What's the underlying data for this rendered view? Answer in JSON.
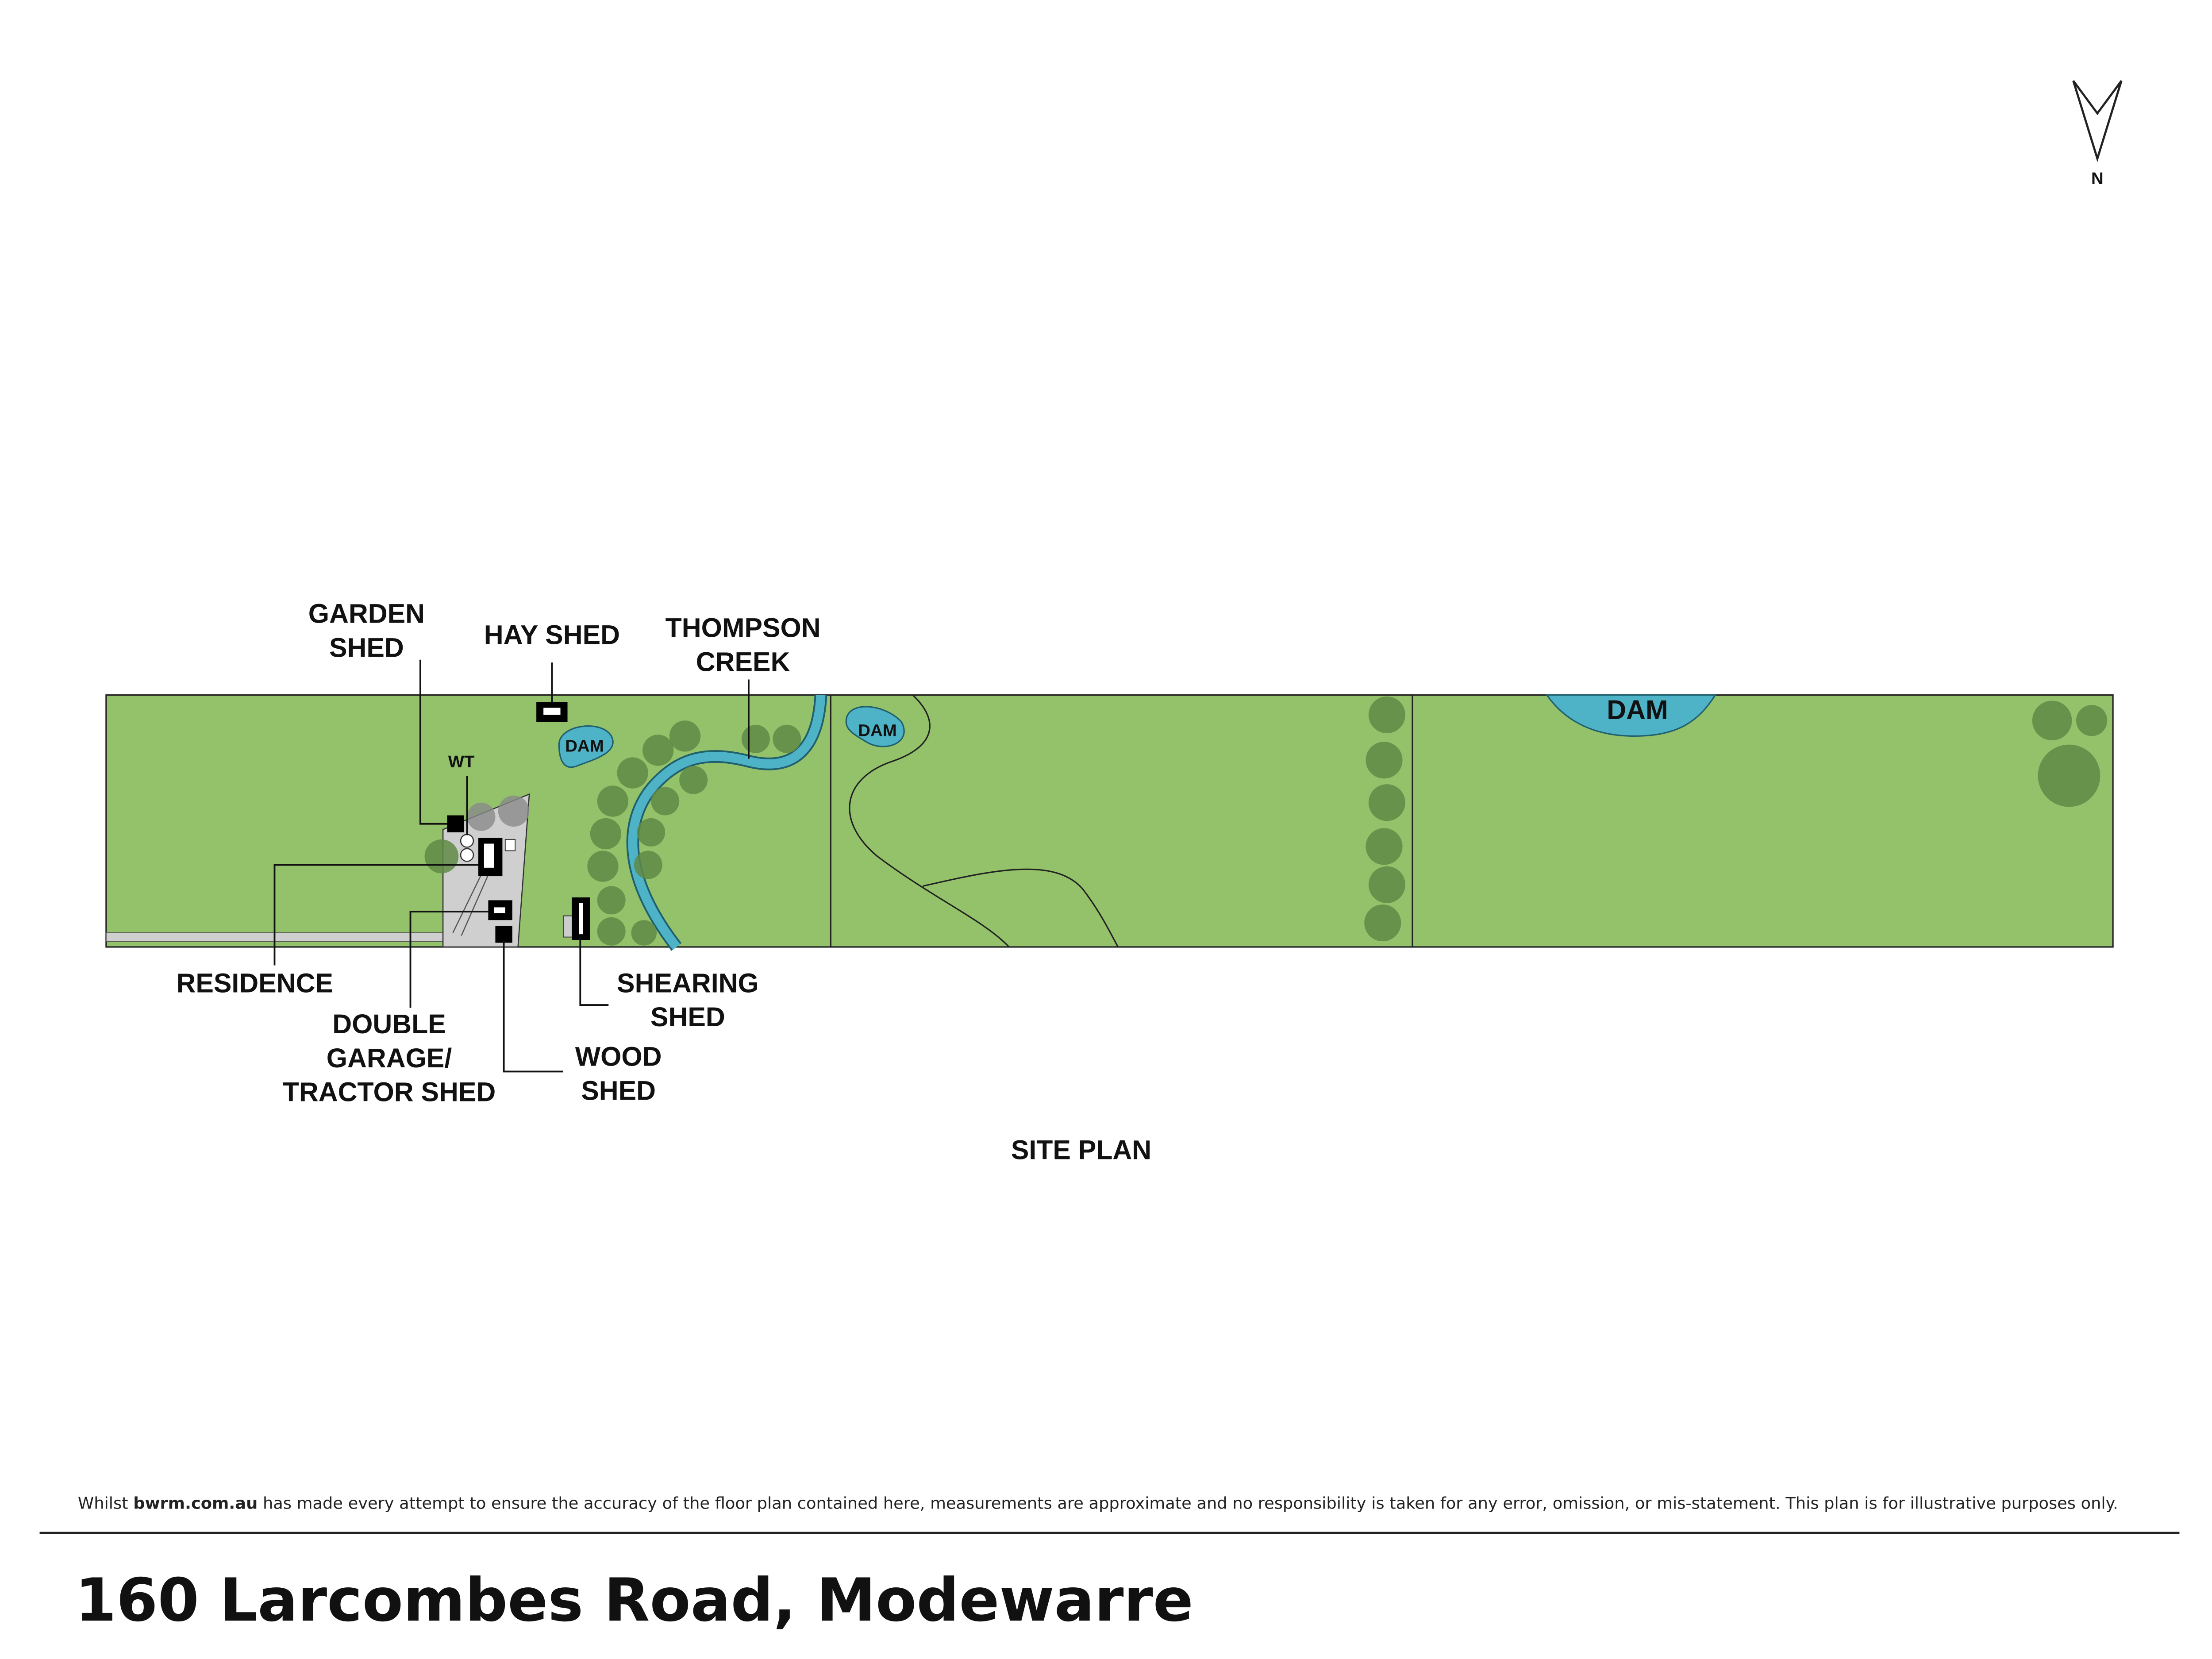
{
  "compass": {
    "label": "N"
  },
  "labels": {
    "garden_shed": [
      "GARDEN",
      "SHED"
    ],
    "hay_shed": "HAY SHED",
    "thompson_creek": [
      "THOMPSON",
      "CREEK"
    ],
    "wt": "WT",
    "residence": "RESIDENCE",
    "double_garage": [
      "DOUBLE",
      "GARAGE/",
      "TRACTOR SHED"
    ],
    "wood_shed": [
      "WOOD",
      "SHED"
    ],
    "shearing_shed": [
      "SHEARING",
      "SHED"
    ],
    "dams": [
      "DAM",
      "DAM",
      "DAM"
    ]
  },
  "caption": "SITE PLAN",
  "footer": {
    "disclaimer_pre": "Whilst ",
    "disclaimer_brand": "bwrm.com.au",
    "disclaimer_post": " has made every attempt to ensure the accuracy of the floor plan contained here, measurements are approximate and no responsibility is taken for any error, omission, or mis-statement. This plan is for illustrative purposes only.",
    "address": "160 Larcombes Road, Modewarre"
  },
  "colors": {
    "grass": "#93c26a",
    "water": "#4fb3c8",
    "tree": "#5f8a45",
    "yard": "#cfcfcf"
  }
}
